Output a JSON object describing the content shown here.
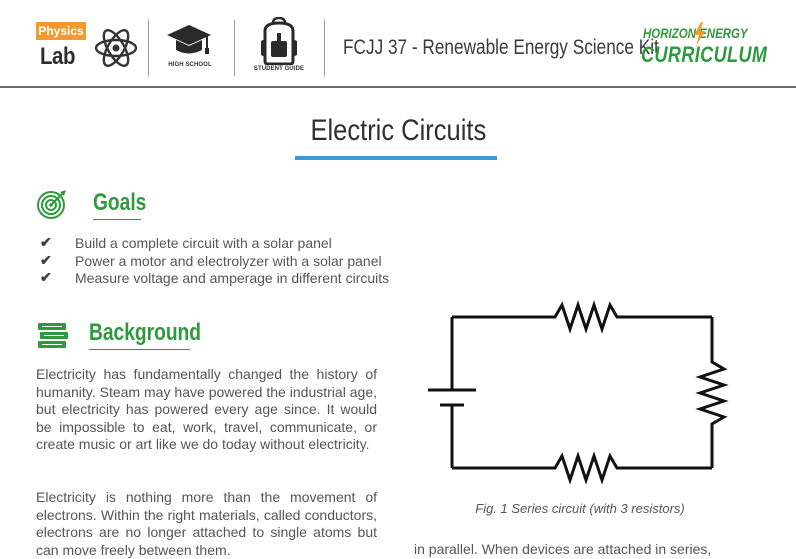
{
  "header": {
    "badge": "Physics",
    "lab": "Lab",
    "high_school_caption": "HIGH SCHOOL",
    "student_guide_caption": "STUDENT GUIDE",
    "kit_title": "FCJJ 37 - Renewable Energy Science Kit",
    "brand_line1": "HORIZON ENERGY",
    "brand_line2": "CURRICULUM"
  },
  "page_title": "Electric Circuits",
  "goals": {
    "heading": "Goals",
    "items": [
      "Build a complete circuit with a solar panel",
      "Power a motor and electrolyzer with a solar panel",
      "Measure voltage and amperage in different circuits"
    ]
  },
  "background": {
    "heading": "Background",
    "paragraph1": "Electricity has fundamentally changed the history of humanity. Steam may have powered the industrial age, but electricity has powered every age since. It would be impossible to eat, work, travel, communicate, or create music or art like we do today without electricity.",
    "paragraph2": "Electricity is nothing more than the movement of electrons. Within the right materials, called conductors, electrons are no longer attached to single atoms but can move freely between them."
  },
  "figure": {
    "caption": "Fig. 1 Series circuit (with 3 resistors)"
  },
  "right_column_text": "in parallel. When devices are attached in series,",
  "colors": {
    "accent_green": "#2e9a3e",
    "accent_blue": "#3a9bd8",
    "badge_orange": "#f29a2e"
  }
}
